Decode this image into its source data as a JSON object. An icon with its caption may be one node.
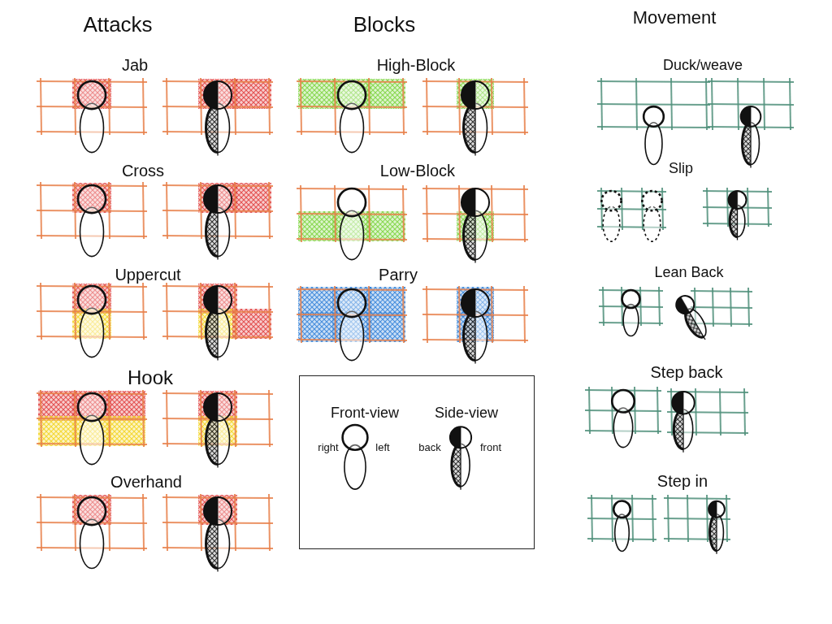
{
  "diagram": {
    "nodes": [
      {
        "text": [
          "Front-view",
          "Side-view",
          "right",
          "left",
          "back",
          "front"
        ]
      }
    ],
    "labels": [
      "Attacks",
      "Jab",
      "Cross",
      "Uppercut",
      "Hook",
      "Overhand",
      "Blocks",
      "High-Block",
      "Low-Block",
      "Parry",
      "Movement",
      "Duck/weave",
      "Slip",
      "Lean Back",
      "Step back",
      "Step in"
    ]
  }
}
